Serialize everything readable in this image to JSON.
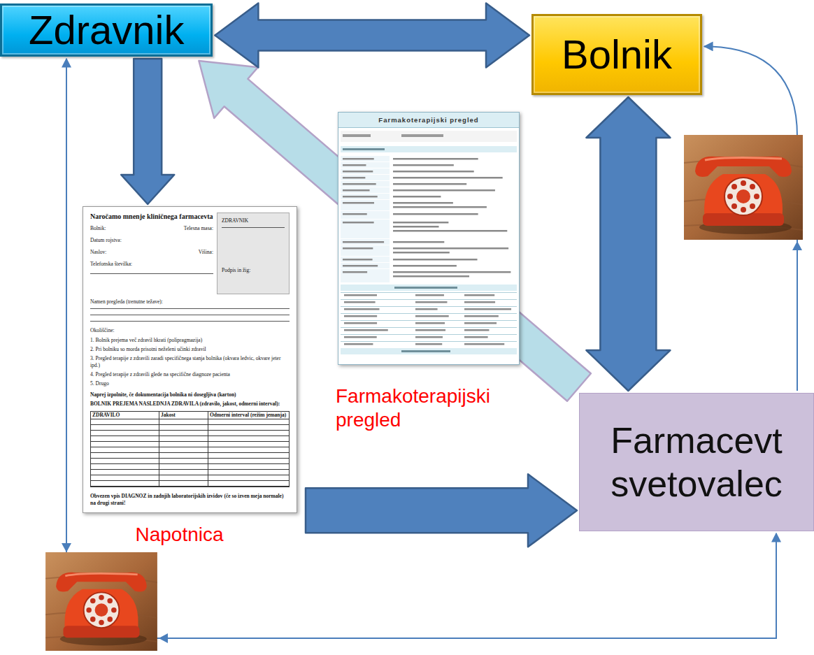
{
  "diagram": {
    "nodes": [
      {
        "text": [
          "Zdravnik"
        ]
      },
      {
        "text": [
          "Bolnik"
        ]
      },
      {
        "text": [
          "Farmacevt svetovalec"
        ]
      },
      {
        "text": [
          "Naročamo mnenje kliničnega farmacevta",
          "ZDRAVNIK",
          "Bolnik:",
          "Telesna masa:",
          "Datum rojstva:",
          "Naslov:",
          "Višina:",
          "Telefonska številka:",
          "Podpis in žig:",
          "Namen pregleda (trenutne težave):",
          "Okoliščine:",
          "1. Bolnik prejema več zdravil hkrati (polipragmazija)",
          "2. Pri bolniku so morda prisotni neželeni učinki zdravil",
          "3. Pregled terapije z zdravili zaradi specifičnega stanja bolnika (okvara ledvic, okvare jeter ipd.)",
          "4. Pregled terapije z zdravili glede na specifične diagnoze pacienta",
          "5. Drugo",
          "Naprej izpolnite, če dokumentacija bolnika ni dosegljiva (karton)",
          "BOLNIK PREJEMA NASLEDNJA ZDRAVILA (zdravilo, jakost, odmerni interval):",
          "ZDRAVILO",
          "Jakost",
          "Odmerni interval (režim jemanja)",
          "Obvezen vpis DIAGNOZ in zadnjih laboratorijskih izvidov (če so izven meja normale) na drugi strani!",
          "Napotnica"
        ]
      },
      {
        "text": [
          "Farmakoterapijski pregled",
          "Farmakoterapijski pregled"
        ]
      }
    ],
    "edges": [
      {
        "from": 0,
        "to": 1,
        "arrow": "both"
      },
      {
        "from": 0,
        "to": 3,
        "arrow": "to"
      },
      {
        "from": 3,
        "to": 2,
        "arrow": "to"
      },
      {
        "from": 1,
        "to": 2,
        "arrow": "both"
      },
      {
        "from": 2,
        "to": 0,
        "arrow": "to"
      },
      {
        "from": 0,
        "to": 2,
        "arrow": "both"
      },
      {
        "from": 2,
        "to": 1,
        "arrow": "to"
      }
    ]
  }
}
